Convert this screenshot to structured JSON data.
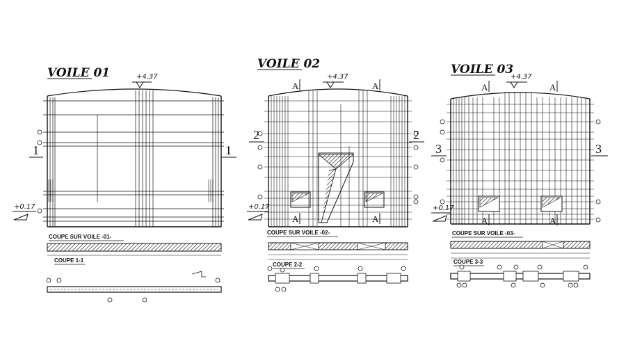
{
  "drawing": {
    "panels": [
      {
        "title": "VOILE 01",
        "level_top": "+4.37",
        "level_bottom": "+0.17",
        "section_mark": "1",
        "caption_section": "COUPE SUR VOILE -01-",
        "caption_cut": "COUPE 1-1"
      },
      {
        "title": "VOILE 02",
        "level_top": "+4.37",
        "level_bottom": "+0.17",
        "section_mark": "2",
        "section_a": "A",
        "caption_section": "COUPE SUR VOILE -02-",
        "caption_cut": "COUPE 2-2"
      },
      {
        "title": "VOILE 03",
        "level_top": "+4.37",
        "level_bottom": "+0.17",
        "section_mark": "3",
        "section_a": "A",
        "caption_section": "COUPE SUR VOILE -03-",
        "caption_cut": "COUPE 3-3"
      }
    ],
    "colors": {
      "ink": "#111111",
      "background": "#ffffff",
      "hatch": "#333333"
    }
  }
}
